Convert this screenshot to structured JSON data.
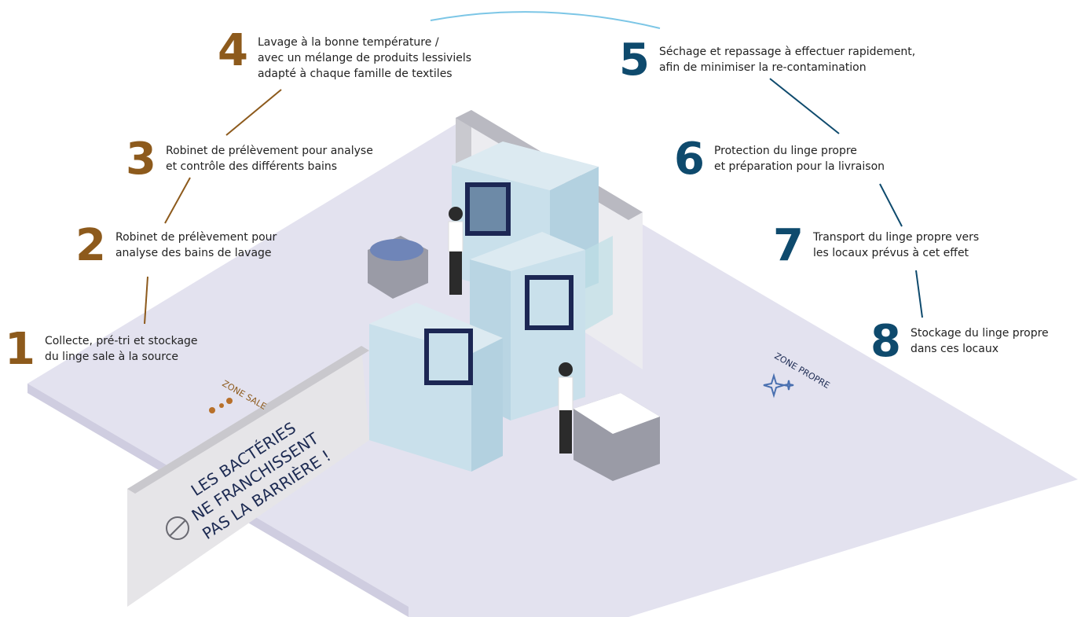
{
  "colors": {
    "sale": "#8d5a1c",
    "propre": "#0e4a6d",
    "arc": "#7cc6e6",
    "floor": "#e3e2ef",
    "wall": "#d8d8dc",
    "machine": "#c5dde9"
  },
  "steps": [
    {
      "number": "1",
      "text": "Collecte, pré-tri et stockage\ndu linge sale à la source",
      "zone": "sale"
    },
    {
      "number": "2",
      "text": "Robinet de prélèvement pour\nanalyse des bains de lavage",
      "zone": "sale"
    },
    {
      "number": "3",
      "text": "Robinet de prélèvement pour analyse\net contrôle des différents bains",
      "zone": "sale"
    },
    {
      "number": "4",
      "text": "Lavage à la bonne température /\navec un mélange de produits lessiviels\nadapté à chaque famille de textiles",
      "zone": "sale"
    },
    {
      "number": "5",
      "text": "Séchage et repassage à effectuer rapidement,\nafin de minimiser la re-contamination",
      "zone": "propre"
    },
    {
      "number": "6",
      "text": "Protection du linge propre\net préparation pour la livraison",
      "zone": "propre"
    },
    {
      "number": "7",
      "text": "Transport du linge propre vers\nles locaux prévus à cet effet",
      "zone": "propre"
    },
    {
      "number": "8",
      "text": "Stockage du linge propre\ndans ces locaux",
      "zone": "propre"
    }
  ],
  "scene": {
    "zone_sale_label": "ZONE SALE",
    "zone_propre_label": "ZONE PROPRE",
    "barrier_lines": [
      "LES BACTÉRIES",
      "NE FRANCHISSENT",
      "PAS LA BARRIÈRE !"
    ]
  }
}
